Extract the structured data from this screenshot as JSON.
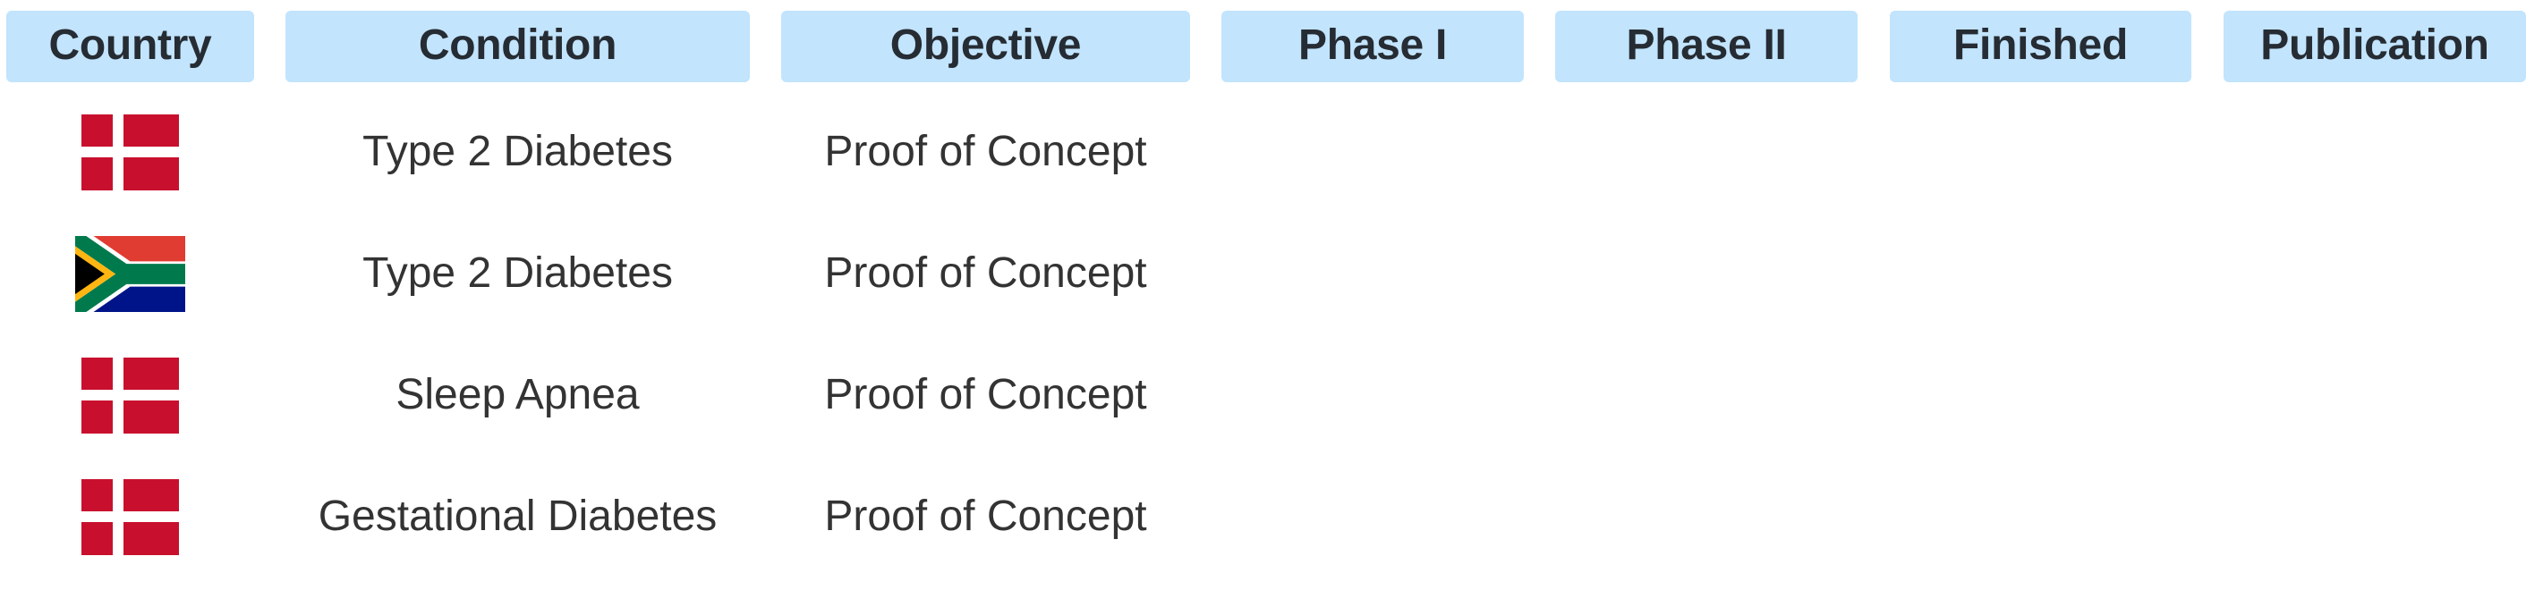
{
  "table": {
    "headers": [
      {
        "key": "country",
        "label": "Country"
      },
      {
        "key": "condition",
        "label": "Condition"
      },
      {
        "key": "objective",
        "label": "Objective"
      },
      {
        "key": "phase1",
        "label": "Phase I"
      },
      {
        "key": "phase2",
        "label": "Phase II"
      },
      {
        "key": "finished",
        "label": "Finished"
      },
      {
        "key": "publication",
        "label": "Publication"
      }
    ],
    "rows": [
      {
        "country_icon": "denmark-flag-icon",
        "country": "Denmark",
        "condition": "Type 2 Diabetes",
        "objective": "Proof of Concept",
        "phase1": "",
        "phase2": "",
        "finished": "",
        "publication": ""
      },
      {
        "country_icon": "south-africa-flag-icon",
        "country": "South Africa",
        "condition": "Type 2 Diabetes",
        "objective": "Proof of Concept",
        "phase1": "",
        "phase2": "",
        "finished": "",
        "publication": ""
      },
      {
        "country_icon": "denmark-flag-icon",
        "country": "Denmark",
        "condition": "Sleep Apnea",
        "objective": "Proof of Concept",
        "phase1": "",
        "phase2": "",
        "finished": "",
        "publication": ""
      },
      {
        "country_icon": "denmark-flag-icon",
        "country": "Denmark",
        "condition": "Gestational Diabetes",
        "objective": "Proof of Concept",
        "phase1": "",
        "phase2": "",
        "finished": "",
        "publication": ""
      }
    ]
  },
  "colors": {
    "header_bg": "#C2E4FD",
    "header_text": "#262C33",
    "cell_text": "#333333",
    "denmark_red": "#C8102E",
    "za_red": "#E03C31",
    "za_green": "#007A4D",
    "za_blue": "#001489",
    "za_gold": "#FFB612",
    "za_black": "#000000"
  }
}
